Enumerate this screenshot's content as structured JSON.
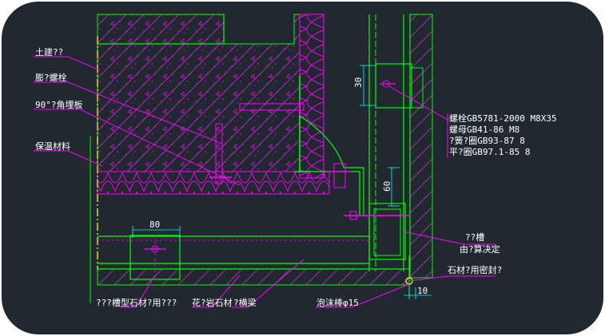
{
  "colors": {
    "background": "#212830",
    "concrete": "#ff00ff",
    "steel": "#00ff00",
    "leader": "#ff00ff",
    "text": "#ffffff",
    "dimension": "#00ffff",
    "axis": "#ffff00",
    "bolt": "#ff00ff"
  },
  "labels": {
    "concrete": "土建??",
    "expansion_bolt": "膨?螺栓",
    "angle_plate": "90°?角埋板",
    "insulation": "保温材料",
    "bolt_spec_1": "螺栓GB5781-2000  M8X35",
    "bolt_spec_2": "螺母GB41-86  M8",
    "bolt_spec_3": "?簧?圈GB93-87  8",
    "bolt_spec_4": "平?圈GB97.1-85  8",
    "channel_1": "??槽",
    "channel_2": "由?算决定",
    "sealant": "石材?用密封?",
    "stone_slot": "???槽型石材?用???",
    "granite": "花?岩石材",
    "crossbeam": "?横梁",
    "foam_rod": "泡沫棒φ15"
  },
  "dimensions": {
    "d30": "30",
    "d60": "60",
    "d80": "80",
    "d10": "10"
  }
}
